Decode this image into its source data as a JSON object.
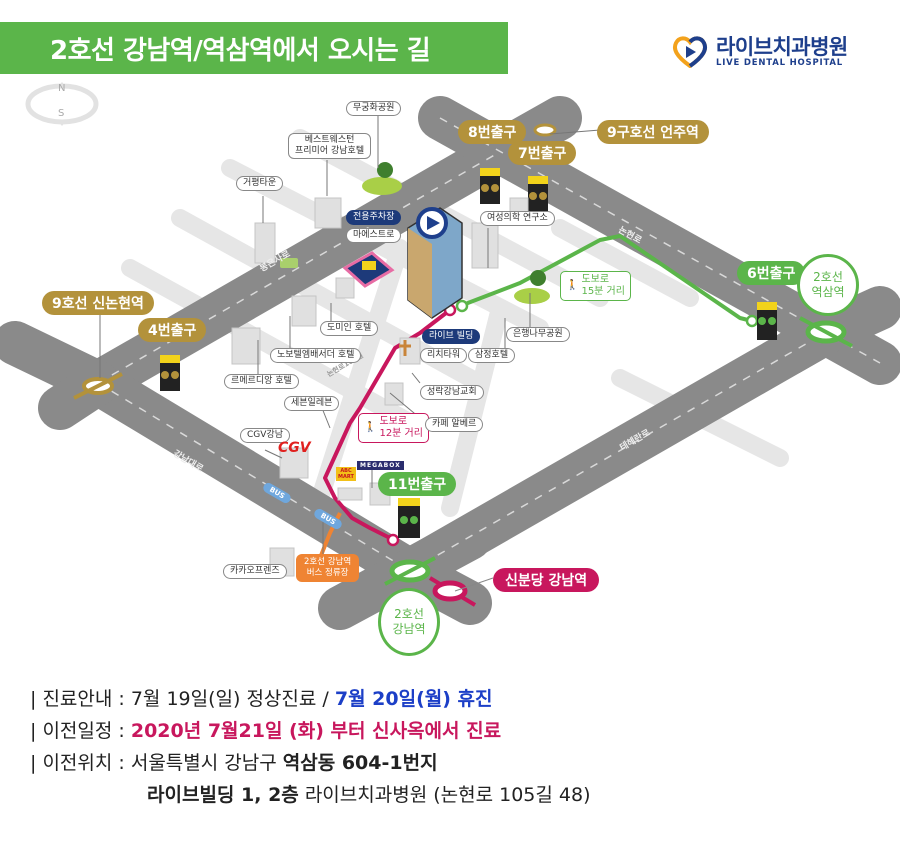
{
  "header": {
    "title": "2호선 강남역/역삼역에서 오시는 길",
    "title_bg": "#5bb54a"
  },
  "logo": {
    "name_ko": "라이브치과병원",
    "name_en": "LIVE DENTAL HOSPITAL",
    "color": "#1e3f8c"
  },
  "compass": {
    "north": "N",
    "south": "S"
  },
  "map": {
    "roads": {
      "gangnam_daero": "강남대로",
      "teheran_ro": "테헤란로",
      "nonhyeon_ro": "논현로",
      "bongeunsa_ro": "봉은사로",
      "nonhyeon_ro_105": "논현로105길"
    },
    "stations": {
      "line9_sinnonhyeon": "9호선 신논현역",
      "line9_eonju": "9구호선 언주역",
      "line2_yeoksam": "2호선\n역삼역",
      "line2_yeoksam_l1": "2호선",
      "line2_yeoksam_l2": "역삼역",
      "line2_gangnam_l1": "2호선",
      "line2_gangnam_l2": "강남역",
      "sinbundang_gangnam": "신분당 강남역"
    },
    "exits": {
      "exit4": "4번출구",
      "exit6": "6번출구",
      "exit7": "7번출구",
      "exit8": "8번출구",
      "exit11": "11번출구"
    },
    "exit_numbers": {
      "e4": "4",
      "e6": "6",
      "e7": "7",
      "e8": "8",
      "e11": "11"
    },
    "landmarks": {
      "mugunghwa_park": "무궁화공원",
      "best_western_l1": "베스트웨스턴",
      "best_western_l2": "프리미어 강남호텔",
      "georyeong_town": "거평타운",
      "parking": "전용주차장",
      "maestro": "마에스트로",
      "womens_clinic": "여성의학 연구소",
      "dormy_inn": "도미인 호텔",
      "novotel": "노보텔엠배서더 호텔",
      "le_meridien": "르메르디앙 호텔",
      "live_building": "라이브 빌딩",
      "rich_tower": "리치타워",
      "samjeong_hotel": "삼정호텔",
      "ginkgo_park": "은행나무공원",
      "seongnak_church": "성락강남교회",
      "seven_eleven": "세븐일레븐",
      "cafe_albero": "카페 알베르",
      "cgv_gangnam": "CGV강남",
      "cgv_sign": "CGV",
      "abc_mart": "ABC MART",
      "megabox": "MEGABOX",
      "kakao_friends": "카카오프렌즈",
      "bus_stop_l1": "2호선 강남역",
      "bus_stop_l2": "버스 정류장",
      "bus": "BUS"
    },
    "walks": {
      "from_gangnam_l1": "도보로",
      "from_gangnam_l2": "12분 거리",
      "from_yeoksam_l1": "도보로",
      "from_yeoksam_l2": "15분 거리"
    },
    "colors": {
      "road": "#8a8a8a",
      "gold": "#b3923b",
      "green": "#5bb54a",
      "pink": "#c8175d",
      "orange": "#ef8433",
      "navy": "#1d3a7a"
    }
  },
  "info": {
    "row1": {
      "label": "| 진료안내 : ",
      "normal": "7월 19일(일) 정상진료 / ",
      "highlight": "7월 20일(월) 휴진",
      "highlight_color": "#1c3fc7"
    },
    "row2": {
      "label": "| 이전일정 : ",
      "highlight": "2020년 7월21일 (화) 부터 신사옥에서 진료",
      "highlight_color": "#c8175d"
    },
    "row3": {
      "label": "| 이전위치 : ",
      "normal1": "서울특별시 강남구 ",
      "bold1": "역삼동 604-1번지"
    },
    "row4": {
      "bold": "라이브빌딩 1, 2층",
      "normal": " 라이브치과병원 (논현로 105길 48)"
    }
  }
}
